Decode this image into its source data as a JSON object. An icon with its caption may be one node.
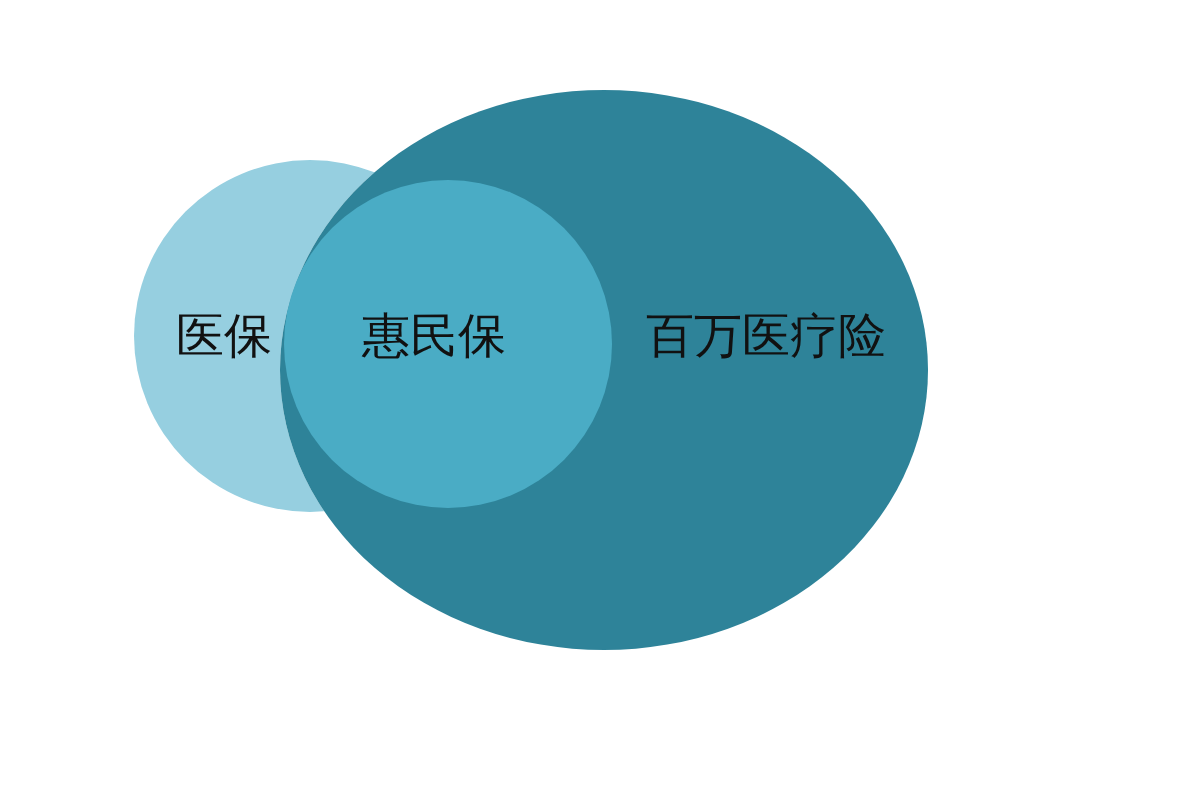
{
  "diagram": {
    "nodes": [
      {
        "text": [
          "医保"
        ]
      },
      {
        "text": [
          "百万医疗险"
        ]
      },
      {
        "text": [
          "惠民保"
        ],
        "in": 1
      }
    ],
    "edges": []
  }
}
